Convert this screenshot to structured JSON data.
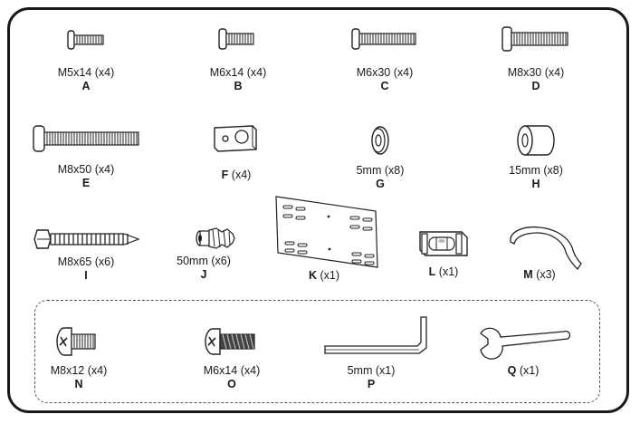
{
  "parts": {
    "A": {
      "letter": "A",
      "spec": "M5x14 (x4)",
      "icon": "screw-icon"
    },
    "B": {
      "letter": "B",
      "spec": "M6x14 (x4)",
      "icon": "screw-icon"
    },
    "C": {
      "letter": "C",
      "spec": "M6x30 (x4)",
      "icon": "screw-icon"
    },
    "D": {
      "letter": "D",
      "spec": "M8x30 (x4)",
      "icon": "screw-icon"
    },
    "E": {
      "letter": "E",
      "spec": "M8x50 (x4)",
      "icon": "screw-icon"
    },
    "F": {
      "letter": "F",
      "spec": "(x4)",
      "icon": "plate-washer-icon"
    },
    "G": {
      "letter": "G",
      "spec": "5mm (x8)",
      "icon": "spacer-icon"
    },
    "H": {
      "letter": "H",
      "spec": "15mm (x8)",
      "icon": "spacer-icon"
    },
    "I": {
      "letter": "I",
      "spec": "M8x65 (x6)",
      "icon": "lag-bolt-icon"
    },
    "J": {
      "letter": "J",
      "spec": "50mm (x6)",
      "icon": "wall-anchor-icon"
    },
    "K": {
      "letter": "K",
      "spec": "(x1)",
      "icon": "mounting-plate-icon"
    },
    "L": {
      "letter": "L",
      "spec": "(x1)",
      "icon": "bubble-level-icon"
    },
    "M": {
      "letter": "M",
      "spec": "(x3)",
      "icon": "cable-clip-icon"
    },
    "N": {
      "letter": "N",
      "spec": "M8x12 (x4)",
      "icon": "screw-icon"
    },
    "O": {
      "letter": "O",
      "spec": "M6x14 (x4)",
      "icon": "screw-icon"
    },
    "P": {
      "letter": "P",
      "spec": "5mm (x1)",
      "icon": "allen-key-icon"
    },
    "Q": {
      "letter": "Q",
      "spec": "(x1)",
      "icon": "wrench-icon"
    }
  }
}
